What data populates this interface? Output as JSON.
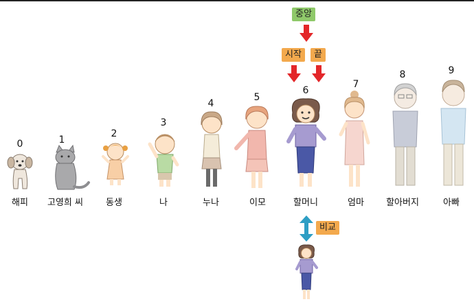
{
  "tags": {
    "center": "중앙",
    "start": "시작",
    "end": "끝",
    "compare": "비교"
  },
  "colors": {
    "green_tag": "#8fc96a",
    "orange_tag": "#f3a94d",
    "red_arrow": "#e3272a",
    "blue_arrow": "#2e9ec4"
  },
  "people": [
    {
      "index": "0",
      "label": "해피",
      "icon": "dog-icon"
    },
    {
      "index": "1",
      "label": "고영희 씨",
      "icon": "cat-icon"
    },
    {
      "index": "2",
      "label": "동생",
      "icon": "toddler-icon"
    },
    {
      "index": "3",
      "label": "나",
      "icon": "boy-icon"
    },
    {
      "index": "4",
      "label": "누나",
      "icon": "girl-icon"
    },
    {
      "index": "5",
      "label": "이모",
      "icon": "aunt-icon"
    },
    {
      "index": "6",
      "label": "할머니",
      "icon": "grandmother-icon"
    },
    {
      "index": "7",
      "label": "엄마",
      "icon": "mother-icon"
    },
    {
      "index": "8",
      "label": "할아버지",
      "icon": "grandfather-icon"
    },
    {
      "index": "9",
      "label": "아빠",
      "icon": "father-icon"
    }
  ]
}
